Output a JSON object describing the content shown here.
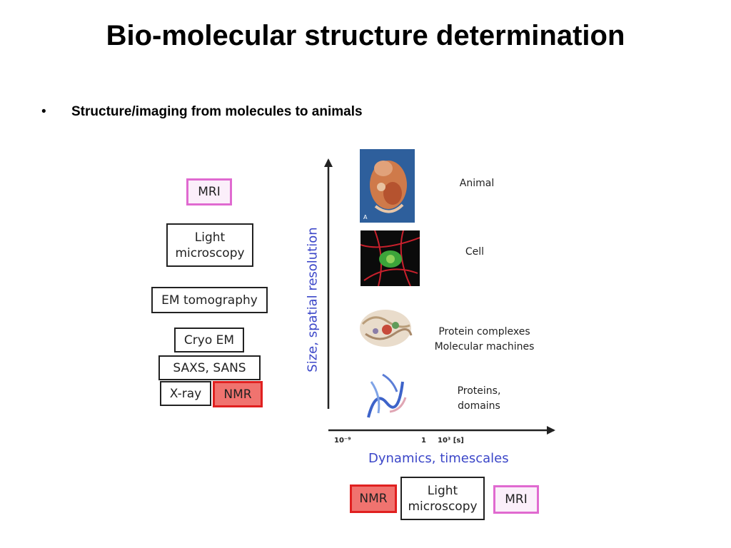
{
  "slide": {
    "title": "Bio-molecular  structure determination",
    "bullet": "Structure/imaging from molecules to animals"
  },
  "methods": {
    "mri": "MRI",
    "light_1": "Light",
    "light_2": "microscopy",
    "em_tomography": "EM tomography",
    "cryo_em": "Cryo EM",
    "saxs_sans": "SAXS, SANS",
    "xray": "X-ray",
    "nmr": "NMR"
  },
  "scale_levels": {
    "animal": "Animal",
    "cell": "Cell",
    "complexes_1": "Protein complexes",
    "complexes_2": "Molecular machines",
    "proteins_1": "Proteins,",
    "proteins_2": "domains"
  },
  "axes": {
    "y_label": "Size, spatial resolution",
    "x_label": "Dynamics, timescales",
    "tick_left": "10⁻⁹",
    "tick_one": "1",
    "tick_right": "10³ [s]"
  },
  "timescale_methods": {
    "nmr": "NMR",
    "light_1": "Light",
    "light_2": "microscopy",
    "mri": "MRI"
  },
  "colors": {
    "axis_label_blue": "#3b46c8",
    "mri_border": "#e06ad0",
    "nmr_fill": "#f0736f"
  }
}
